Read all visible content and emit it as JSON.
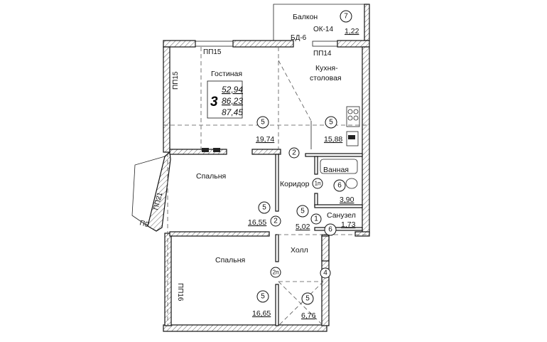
{
  "summary": {
    "rooms_count": "3",
    "living_area": "52,94",
    "total_area": "86,23",
    "total_area_with_balcony": "87,45"
  },
  "rooms": {
    "living": {
      "name": "Гостиная",
      "marker": "5",
      "area": "19,74"
    },
    "kitchen": {
      "name_line1": "Кухня-",
      "name_line2": "столовая",
      "marker": "5",
      "area": "15,88"
    },
    "bedroom1": {
      "name": "Спальня",
      "marker": "5",
      "area": "16,55"
    },
    "corridor": {
      "name": "Коридор",
      "marker": "5",
      "area": "5,02"
    },
    "bathroom": {
      "name": "Ванная",
      "marker": "6",
      "area": "3,90"
    },
    "toilet": {
      "name": "Санузел",
      "marker": "6",
      "area": "1,73"
    },
    "bedroom2": {
      "name": "Спальня",
      "marker": "5",
      "area": "16,65"
    },
    "hall": {
      "name": "Холл",
      "marker": "5",
      "area": "6,76"
    },
    "balcony": {
      "name": "Балкон",
      "marker": "7",
      "area": "1,22"
    }
  },
  "doors": [
    "2",
    "2",
    "1п",
    "1",
    "2п",
    "4"
  ],
  "wall_labels": {
    "pp15_top": "ПП15",
    "pp15_left": "ПП15",
    "pp14": "ПП14",
    "pp21": "ПП21",
    "p9": "П9",
    "pp16": "ПП16",
    "bd6": "БД-6",
    "ok14": "ОК-14"
  }
}
